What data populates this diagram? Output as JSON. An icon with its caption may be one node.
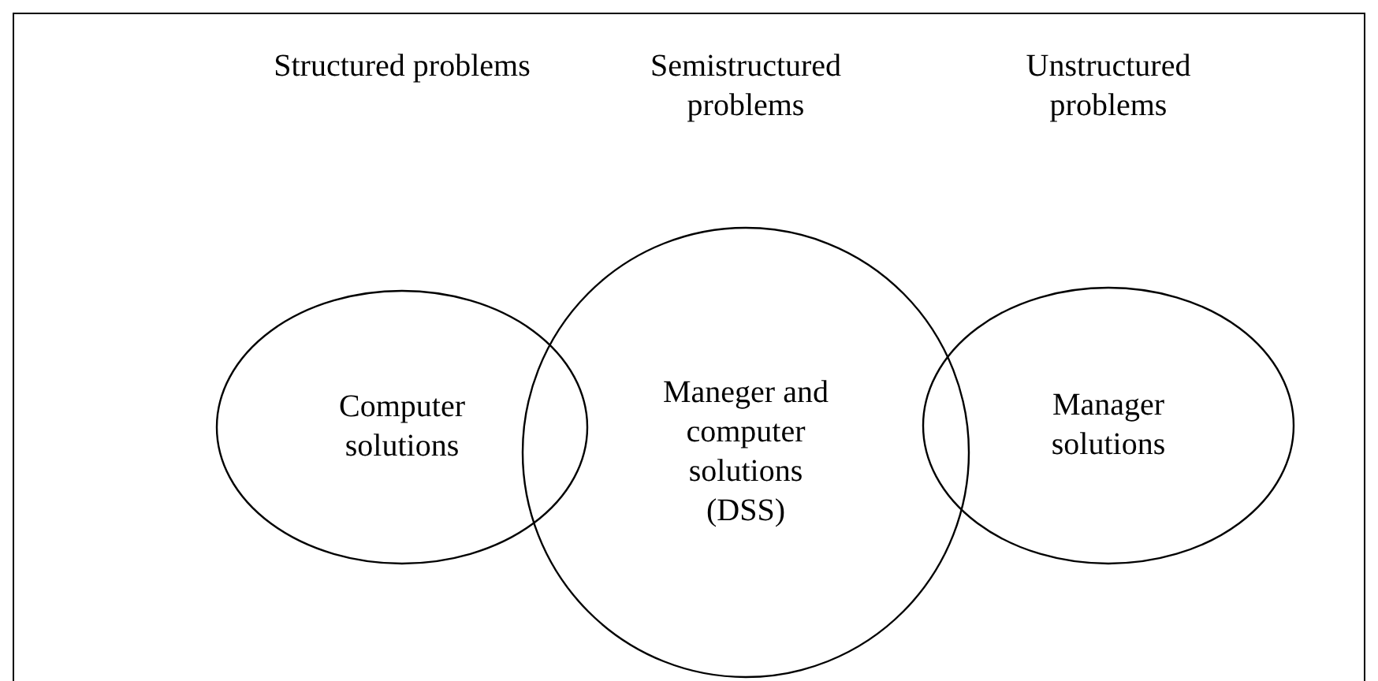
{
  "diagram": {
    "nodes": [
      {
        "text": [
          "Computer solutions"
        ]
      },
      {
        "text": [
          "Maneger and computer solutions (DSS)"
        ]
      },
      {
        "text": [
          "Manager solutions"
        ]
      }
    ],
    "labels": [
      "Structured problems",
      "Semistructured problems",
      "Unstructured problems"
    ]
  }
}
